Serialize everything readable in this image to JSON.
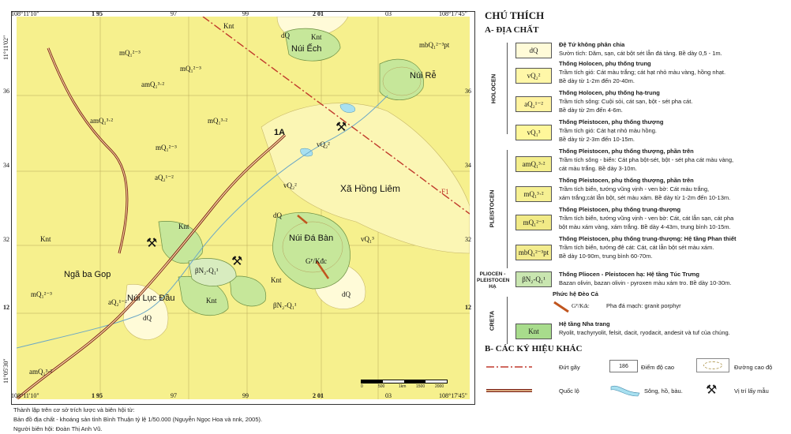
{
  "map": {
    "corner_tl": "108°11'10\"",
    "corner_tr": "108°17'45\"",
    "corner_bl": "108°11'10\"",
    "corner_br": "108°17'45\"",
    "lat_top": "11°11'02\"",
    "lat_bottom": "11°05'30\"",
    "top_ticks": [
      "1 95",
      "97",
      "99",
      "2 01",
      "03"
    ],
    "bottom_ticks": [
      "1 95",
      "97",
      "99",
      "2 01",
      "03"
    ],
    "left_ticks": [
      "36",
      "34",
      "32",
      "12"
    ],
    "right_ticks": [
      "36",
      "34",
      "32",
      "12"
    ],
    "places": {
      "nui_ech": "Núi Ếch",
      "nui_re": "Núi Rễ",
      "xa_hong_liem": "Xã Hồng Liêm",
      "nui_da_ban": "Núi Đá Bàn",
      "nga_ba_gop": "Ngã ba Gop",
      "nui_luc_dau": "Núi Lục Đầu"
    },
    "road_label": "1A",
    "fault_label": "F1",
    "unit_labels": {
      "knt": "Knt",
      "dq": "dQ",
      "mq13": "mQ₁²⁻³",
      "amq132": "amQ₁³·²",
      "mq132": "mQ₁³·²",
      "aq2": "aQ₂¹⁻²",
      "vq2": "vQ₂²",
      "vq13": "vQ₁³",
      "bn": "βN₂-Q₁¹",
      "mbq": "mbQ₁²⁻³pt",
      "gkdc": "Gᴾ/Kđc"
    },
    "scale_ticks": [
      "0",
      "500",
      "1km",
      "1500",
      "2000"
    ]
  },
  "footnotes": [
    "Thành lập trên cơ sở trích lược và biên hội từ:",
    "Bản đồ địa chất - khoáng sản tỉnh Bình Thuận tỷ lệ 1/50.000 (Nguyễn Ngọc Hoa và nnk, 2005).",
    "Người biên hội: Đoàn Thị Anh Vũ."
  ],
  "legend": {
    "title": "CHÚ THÍCH",
    "section_a": "A- ĐỊA CHẤT",
    "section_b": "B- CÁC KÝ HIỆU KHÁC",
    "eras": {
      "holocen": "HOLOCEN",
      "pleistocen": "PLEISTOCEN",
      "plio": "PLIOCEN - PLEISTOCEN HẠ",
      "creta": "CRETA"
    },
    "entries": [
      {
        "code": "dQ",
        "color": "#fffbd8",
        "title": "Đệ Tứ không phân chia",
        "desc": [
          "Sườn tích: Dăm, sạn, cát bột sét lẫn đá tảng. Bề dày 0,5 - 1m."
        ]
      },
      {
        "code": "vQ₂²",
        "color": "#fff7a8",
        "title": "Thống Holocen, phụ thống trung",
        "desc": [
          "Trầm tích gió: Cát màu trắng; cát hạt nhỏ màu vàng, hồng nhạt.",
          "Bề dày từ 1-2m đến 20-40m."
        ]
      },
      {
        "code": "aQ₂¹⁻²",
        "color": "#fff3a0",
        "title": "Thống Holocen, phụ thống hạ-trung",
        "desc": [
          "Trầm tích sông: Cuội sỏi, cát sạn, bột - sét pha cát.",
          "Bề dày từ 2m đến 4-6m."
        ]
      },
      {
        "code": "vQ₁³",
        "color": "#fff79a",
        "title": "Thống Pleistocen, phụ thống thượng",
        "desc": [
          "Trầm tích gió: Cát hạt nhỏ màu hồng.",
          "Bề dày từ 2-3m đến 10-15m."
        ]
      },
      {
        "code": "amQ₁³·²",
        "color": "#f4ee8c",
        "title": "Thống Pleistocen, phụ thống thượng, phần trên",
        "desc": [
          "Trầm tích sông - biển: Cát pha bột-sét, bột - sét pha cát màu vàng,",
          "cát màu trắng. Bề dày 3-10m."
        ]
      },
      {
        "code": "mQ₁³·²",
        "color": "#f6f092",
        "title": "Thống Pleistocen, phụ thống thượng, phần trên",
        "desc": [
          "Trầm tích biển, tướng vũng vịnh - ven bờ: Cát màu trắng,",
          "xám trắng;cát lẫn bột, sét màu xám. Bề dày từ 1-2m đến 10-13m."
        ]
      },
      {
        "code": "mQ₁²⁻³",
        "color": "#f1ea86",
        "title": "Thống Pleistocen, phụ thống trung-thượng",
        "desc": [
          "Trầm tích biển, tướng vũng vịnh - ven bờ: Cát, cát lẫn sạn, cát pha",
          "bột màu xám vàng, xám trắng. Bề dày 4-43m, trung bình 10-15m."
        ]
      },
      {
        "code": "mbQ₁²⁻³pt",
        "color": "#f3ec8e",
        "title": "Thống Pleistocen, phụ thống trung-thượng: Hệ tầng Phan thiết",
        "desc": [
          "Trầm tích biển, tướng đê cát: Cát, cát lẫn bột sét màu xám.",
          "Bề dày 10-90m, trung bình 60-70m."
        ]
      },
      {
        "code": "βN₂-Q₁¹",
        "color": "#c9e6b0",
        "title": "Thống Pliocen - Pleistocen hạ: Hệ tầng Túc Trưng",
        "desc": [
          "Bazan olivin, bazan olivin - pyroxen màu xám tro. Bề dày 10-30m."
        ]
      }
    ],
    "creta_complex": "Phức hệ Đèo Cả",
    "creta_dyke_code": "Gᴾ/Kđc",
    "creta_dyke_desc": "Pha đá mạch: granit porphyr",
    "creta_knt_code": "Knt",
    "creta_knt_color": "#a8dc8c",
    "creta_knt_title": "Hệ tầng Nha trang",
    "creta_knt_desc": "Ryolit, trachyryolit, felsit, dacit, ryodacit, andesit và tuf của chúng.",
    "symbols": {
      "fault": "Đứt gãy",
      "elevation": "Điểm độ cao",
      "elevation_value": "186",
      "contour": "Đường cao độ",
      "road": "Quốc lộ",
      "river": "Sông, hồ, bàu.",
      "mine": "Vị trí lấy mẫu"
    },
    "colors": {
      "fault": "#c0392b",
      "road": "#b03a2e",
      "water": "#a8e0f0",
      "knt": "#a8dc8c",
      "background": "#f6f08d"
    }
  }
}
